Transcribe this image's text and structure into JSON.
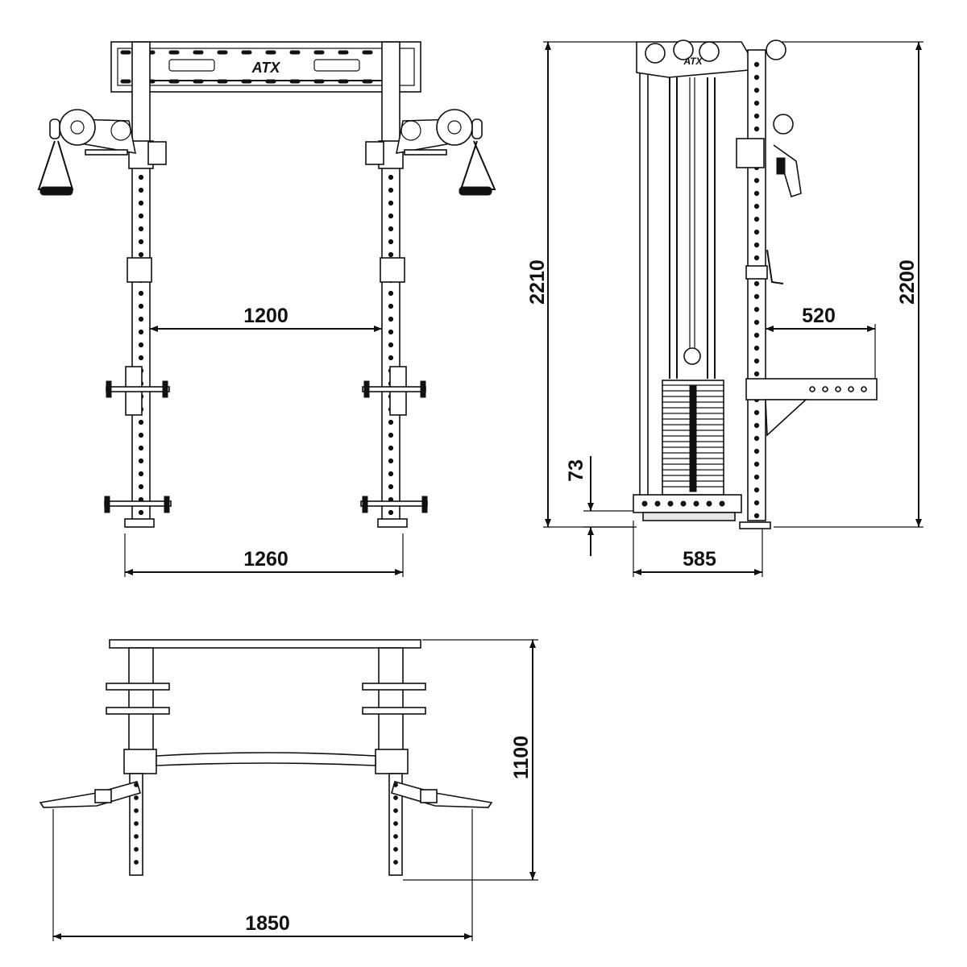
{
  "logo": {
    "text": "ATX"
  },
  "dimensions": {
    "front_inner_width": "1200",
    "front_outer_width": "1260",
    "side_total_height": "2210",
    "side_upright_height": "2200",
    "side_arm_depth": "520",
    "side_floor_offset": "73",
    "side_depth": "585",
    "top_depth": "1100",
    "top_total_width": "1850"
  },
  "colors": {
    "line": "#111111",
    "background": "#ffffff"
  }
}
